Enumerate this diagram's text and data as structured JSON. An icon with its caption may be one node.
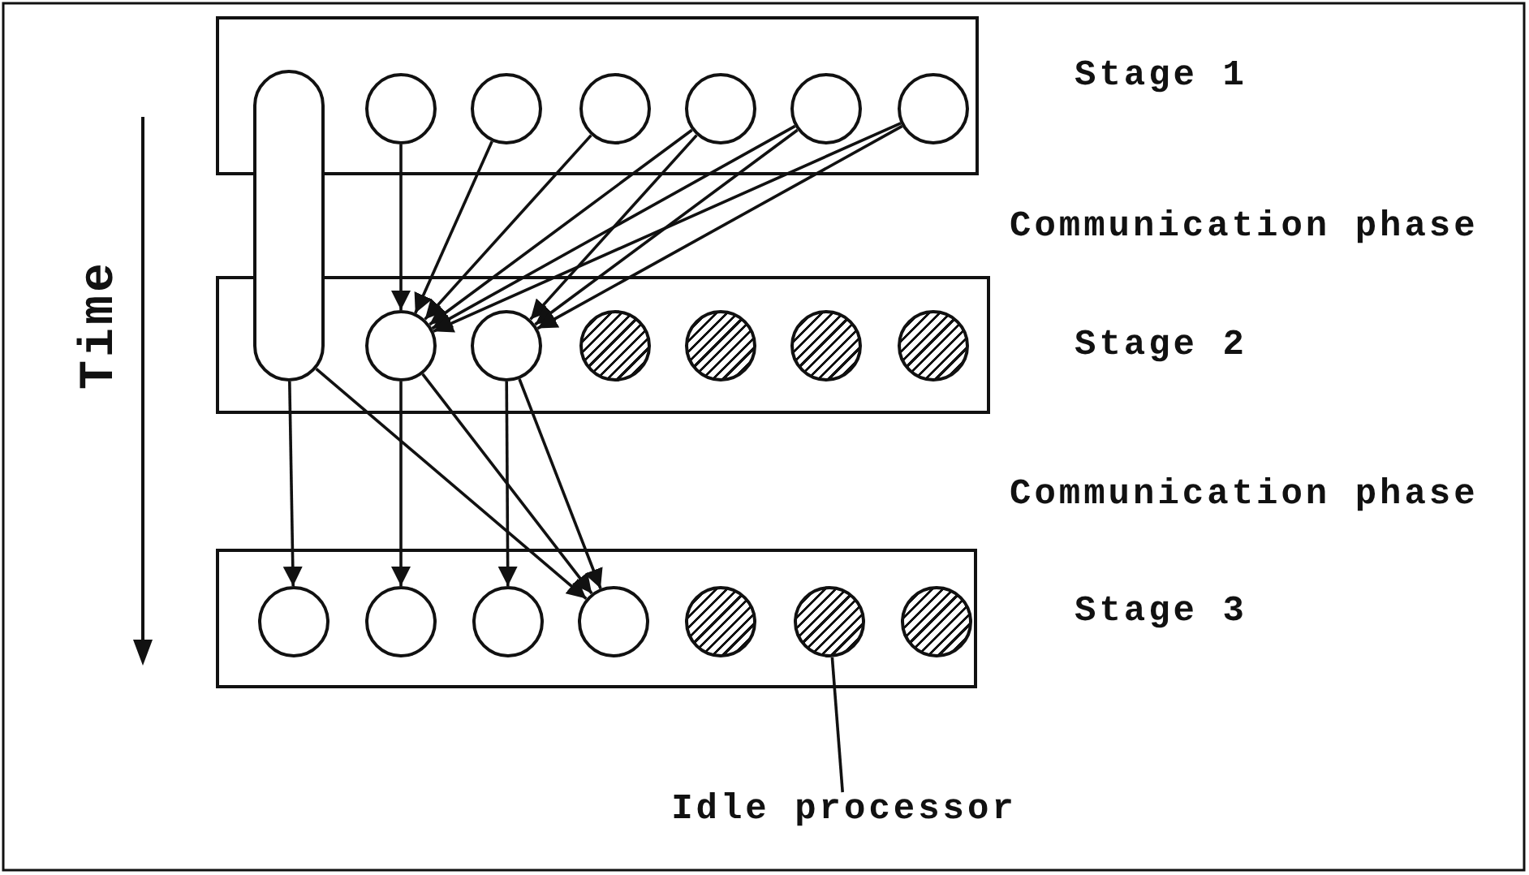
{
  "diagram": {
    "nodes": [
      {
        "text": [],
        "shape": "box",
        "beside": [
          "Stage 1"
        ]
      },
      {
        "text": [],
        "shape": "oval"
      },
      {
        "text": [],
        "shape": "circle",
        "in": 0
      },
      {
        "text": [],
        "shape": "circle",
        "in": 0
      },
      {
        "text": [],
        "shape": "circle",
        "in": 0
      },
      {
        "text": [],
        "shape": "circle",
        "in": 0
      },
      {
        "text": [],
        "shape": "circle",
        "in": 0
      },
      {
        "text": [],
        "shape": "circle",
        "in": 0
      },
      {
        "text": [],
        "shape": "box",
        "beside": [
          "Stage 2"
        ]
      },
      {
        "text": [],
        "shape": "circle",
        "in": 8
      },
      {
        "text": [],
        "shape": "circle",
        "in": 8
      },
      {
        "text": [],
        "shape": "circle",
        "in": 8
      },
      {
        "text": [],
        "shape": "circle",
        "in": 8
      },
      {
        "text": [],
        "shape": "circle",
        "in": 8
      },
      {
        "text": [],
        "shape": "circle",
        "in": 8
      },
      {
        "text": [],
        "shape": "box",
        "beside": [
          "Stage 3"
        ]
      },
      {
        "text": [],
        "shape": "circle",
        "in": 15
      },
      {
        "text": [],
        "shape": "circle",
        "in": 15
      },
      {
        "text": [],
        "shape": "circle",
        "in": 15
      },
      {
        "text": [],
        "shape": "circle",
        "in": 15
      },
      {
        "text": [],
        "shape": "circle",
        "in": 15
      },
      {
        "text": [],
        "shape": "circle",
        "in": 15
      },
      {
        "text": [],
        "shape": "circle",
        "in": 15
      },
      {
        "text": [
          "Idle processor"
        ]
      }
    ],
    "edges": [
      {
        "from": 2,
        "to": 9,
        "arrow": "to"
      },
      {
        "from": 3,
        "to": 9,
        "arrow": "to"
      },
      {
        "from": 4,
        "to": 9,
        "arrow": "to"
      },
      {
        "from": 5,
        "to": 9,
        "arrow": "to"
      },
      {
        "from": 5,
        "to": 10,
        "arrow": "to"
      },
      {
        "from": 6,
        "to": 9,
        "arrow": "to"
      },
      {
        "from": 6,
        "to": 10,
        "arrow": "to"
      },
      {
        "from": 7,
        "to": 9,
        "arrow": "to"
      },
      {
        "from": 7,
        "to": 10,
        "arrow": "to"
      },
      {
        "from": 1,
        "to": 16,
        "arrow": "to"
      },
      {
        "from": 1,
        "to": 19,
        "arrow": "to"
      },
      {
        "from": 9,
        "to": 17,
        "arrow": "to"
      },
      {
        "from": 9,
        "to": 19,
        "arrow": "to"
      },
      {
        "from": 10,
        "to": 18,
        "arrow": "to"
      },
      {
        "from": 10,
        "to": 19,
        "arrow": "to"
      },
      {
        "from": 23,
        "to": 21,
        "arrow": "none"
      }
    ],
    "labels": [
      "Time",
      "Communication phase",
      "Communication phase"
    ]
  }
}
